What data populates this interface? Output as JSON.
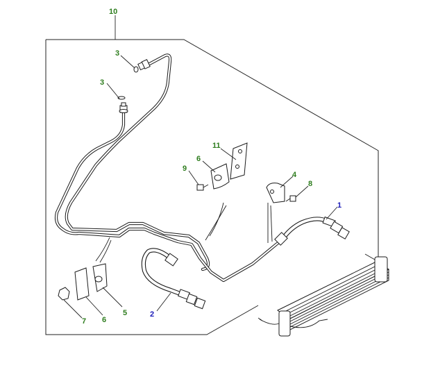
{
  "callouts": {
    "c10": "10",
    "c3a": "3",
    "c3b": "3",
    "c11": "11",
    "c6a": "6",
    "c9": "9",
    "c4": "4",
    "c8": "8",
    "c1": "1",
    "c2": "2",
    "c5": "5",
    "c6b": "6",
    "c7": "7"
  },
  "colors": {
    "callout_green": "#2e7d1e",
    "callout_blue": "#1a1ab8",
    "line": "#1a1a1a"
  }
}
